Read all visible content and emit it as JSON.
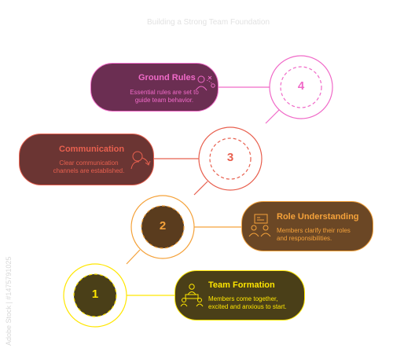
{
  "title": "Building a Strong Team Foundation",
  "watermark_id": "Adobe Stock | #1475791025",
  "steps": [
    {
      "number": "1",
      "title": "Team Formation",
      "description_line1": "Members come together,",
      "description_line2": "excited and anxious to start.",
      "icon": "team-icon",
      "color": "#ffe600",
      "card_bg": "#4a3f18"
    },
    {
      "number": "2",
      "title": "Role Understanding",
      "description_line1": "Members clarify their roles",
      "description_line2": "and responsibilities.",
      "icon": "roles-icon",
      "color": "#f5a23a",
      "card_bg": "#6b4725"
    },
    {
      "number": "3",
      "title": "Communication",
      "description_line1": "Clear communication",
      "description_line2": "channels are established.",
      "icon": "communication-icon",
      "color": "#e8604f",
      "card_bg": "#6b3533"
    },
    {
      "number": "4",
      "title": "Ground Rules",
      "description_line1": "Essential rules are set to",
      "description_line2": "guide team behavior.",
      "icon": "rules-icon",
      "color": "#f06ac8",
      "card_bg": "#6b2e52"
    }
  ]
}
